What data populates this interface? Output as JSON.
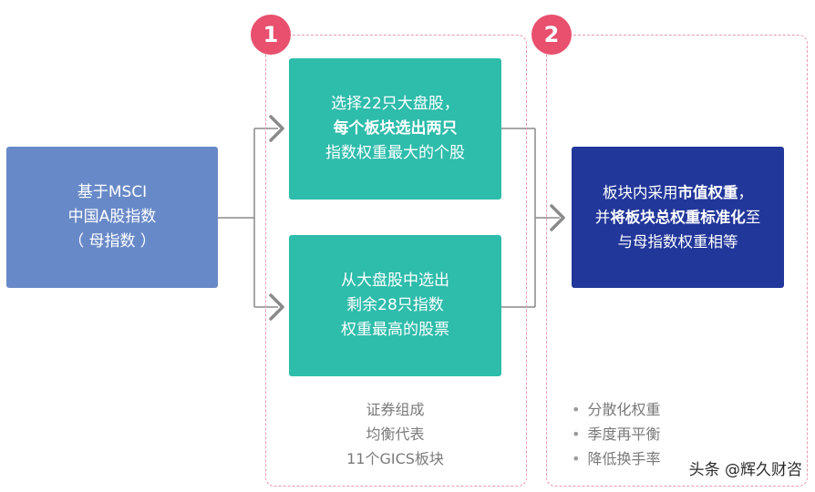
{
  "source_box": {
    "lines": [
      "基于MSCI",
      "中国A股指数",
      "（ 母指数 ）"
    ]
  },
  "step1": {
    "badge": "1",
    "box_top": {
      "line1": "选择22只大盘股，",
      "line2_bold": "每个板块选出两只",
      "line3": "指数权重最大的个股"
    },
    "box_bottom": {
      "lines": [
        "从大盘股中选出",
        "剩余28只指数",
        "权重最高的股票"
      ]
    },
    "caption": [
      "证券组成",
      "均衡代表",
      "11个GICS板块"
    ]
  },
  "step2": {
    "badge": "2",
    "box": {
      "l1_pre": "板块内采用",
      "l1_bold": "市值权重",
      "l1_post": "，",
      "l2_pre": "并",
      "l2_bold": "将板块总权重标准化",
      "l2_post": "至",
      "l3": "与母指数权重相等"
    },
    "bullets": [
      "分散化权重",
      "季度再平衡",
      "降低换手率"
    ]
  },
  "watermark": "头条 @辉久财咨",
  "colors": {
    "source_box": "#6889c8",
    "teal_box": "#2ebcab",
    "navy_box": "#22379a",
    "badge": "#e8506e",
    "arrow": "#8a8a8a",
    "dashed": "#e89aae"
  }
}
